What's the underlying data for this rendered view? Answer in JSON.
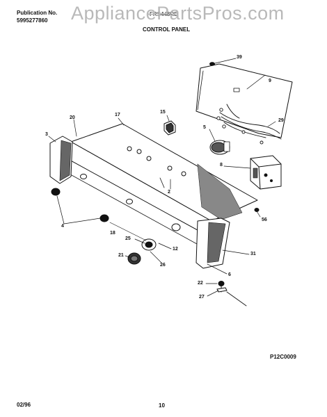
{
  "header": {
    "publication_label": "Publication No.",
    "publication_number": "5995277860",
    "model": "FRS448RB",
    "section_title": "CONTROL PANEL"
  },
  "watermark": "AppliancePartsPros.com",
  "diagram_code": "P12C0009",
  "footer": {
    "date": "02/96",
    "page": "10"
  },
  "parts": [
    {
      "id": "39",
      "label": "39"
    },
    {
      "id": "9",
      "label": "9"
    },
    {
      "id": "20",
      "label": "20"
    },
    {
      "id": "17",
      "label": "17"
    },
    {
      "id": "15",
      "label": "15"
    },
    {
      "id": "5",
      "label": "5"
    },
    {
      "id": "29",
      "label": "29"
    },
    {
      "id": "3",
      "label": "3"
    },
    {
      "id": "8",
      "label": "8"
    },
    {
      "id": "2",
      "label": "2"
    },
    {
      "id": "56",
      "label": "56"
    },
    {
      "id": "4",
      "label": "4"
    },
    {
      "id": "18",
      "label": "18"
    },
    {
      "id": "25",
      "label": "25"
    },
    {
      "id": "12",
      "label": "12"
    },
    {
      "id": "21",
      "label": "21"
    },
    {
      "id": "26",
      "label": "26"
    },
    {
      "id": "31",
      "label": "31"
    },
    {
      "id": "6",
      "label": "6"
    },
    {
      "id": "22",
      "label": "22"
    },
    {
      "id": "27",
      "label": "27"
    }
  ]
}
